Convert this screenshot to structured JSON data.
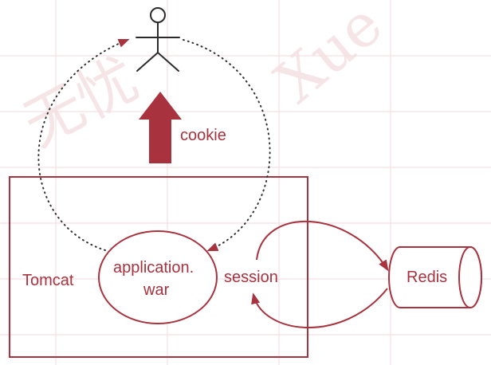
{
  "labels": {
    "cookie": "cookie",
    "tomcat": "Tomcat",
    "application_line1": "application.",
    "application_line2": "war",
    "session": "session",
    "redis": "Redis"
  },
  "watermark": {
    "cjk": "无忧",
    "latin": "Xue"
  },
  "colors": {
    "primary": "#a8323e",
    "dotted": "#333333",
    "figure": "#2b2b2b",
    "background": "#ffffff"
  },
  "icons": {
    "user": "stick-figure-icon",
    "upward_arrow": "thick-up-arrow-icon",
    "database": "cylinder-icon"
  }
}
